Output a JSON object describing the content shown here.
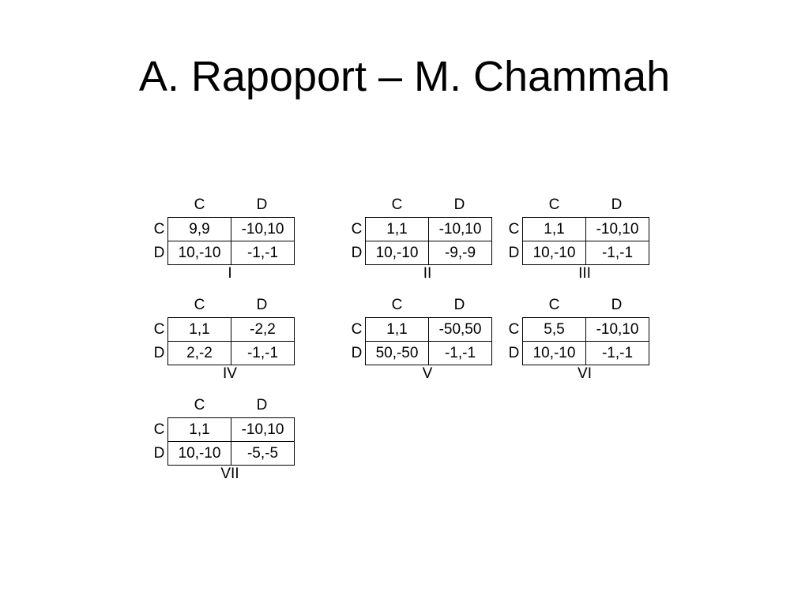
{
  "title": "A. Rapoport – M. Chammah",
  "matrices": [
    {
      "col_headers": [
        "C",
        "D"
      ],
      "row_headers": [
        "C",
        "D"
      ],
      "cells": [
        [
          "9,9",
          "-10,10"
        ],
        [
          "10,-10",
          "-1,-1"
        ]
      ],
      "label": "I"
    },
    {
      "col_headers": [
        "C",
        "D"
      ],
      "row_headers": [
        "C",
        "D"
      ],
      "cells": [
        [
          "1,1",
          "-10,10"
        ],
        [
          "10,-10",
          "-9,-9"
        ]
      ],
      "label": "II"
    },
    {
      "col_headers": [
        "C",
        "D"
      ],
      "row_headers": [
        "C",
        "D"
      ],
      "cells": [
        [
          "1,1",
          "-10,10"
        ],
        [
          "10,-10",
          "-1,-1"
        ]
      ],
      "label": "III"
    },
    {
      "col_headers": [
        "C",
        "D"
      ],
      "row_headers": [
        "C",
        "D"
      ],
      "cells": [
        [
          "1,1",
          "-2,2"
        ],
        [
          "2,-2",
          "-1,-1"
        ]
      ],
      "label": "IV"
    },
    {
      "col_headers": [
        "C",
        "D"
      ],
      "row_headers": [
        "C",
        "D"
      ],
      "cells": [
        [
          "1,1",
          "-50,50"
        ],
        [
          "50,-50",
          "-1,-1"
        ]
      ],
      "label": "V"
    },
    {
      "col_headers": [
        "C",
        "D"
      ],
      "row_headers": [
        "C",
        "D"
      ],
      "cells": [
        [
          "5,5",
          "-10,10"
        ],
        [
          "10,-10",
          "-1,-1"
        ]
      ],
      "label": "VI"
    },
    {
      "col_headers": [
        "C",
        "D"
      ],
      "row_headers": [
        "C",
        "D"
      ],
      "cells": [
        [
          "1,1",
          "-10,10"
        ],
        [
          "10,-10",
          "-5,-5"
        ]
      ],
      "label": "VII"
    }
  ]
}
